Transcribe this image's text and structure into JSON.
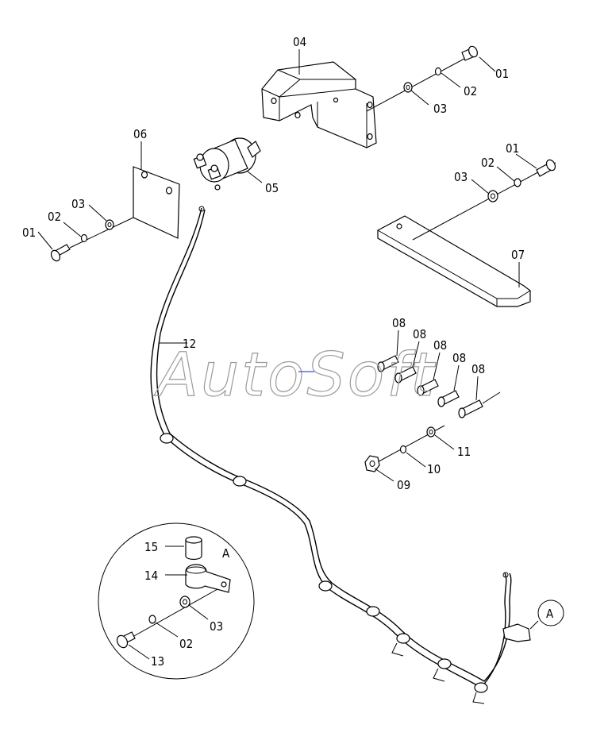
{
  "watermark": "AutoSoft",
  "detail_marker": "A",
  "labels": {
    "l01a": "01",
    "l02a": "02",
    "l03a": "03",
    "l04": "04",
    "l05": "05",
    "l06": "06",
    "l03b": "03",
    "l02b": "02",
    "l01b": "01",
    "l01c": "01",
    "l02c": "02",
    "l03c": "03",
    "l07": "07",
    "l08a": "08",
    "l08b": "08",
    "l08c": "08",
    "l08d": "08",
    "l08e": "08",
    "l12": "12",
    "l11": "11",
    "l10": "10",
    "l09": "09",
    "l15": "15",
    "l14": "14",
    "l03d": "03",
    "l02d": "02",
    "l13": "13",
    "detailA": "A",
    "calloutA": "A"
  }
}
